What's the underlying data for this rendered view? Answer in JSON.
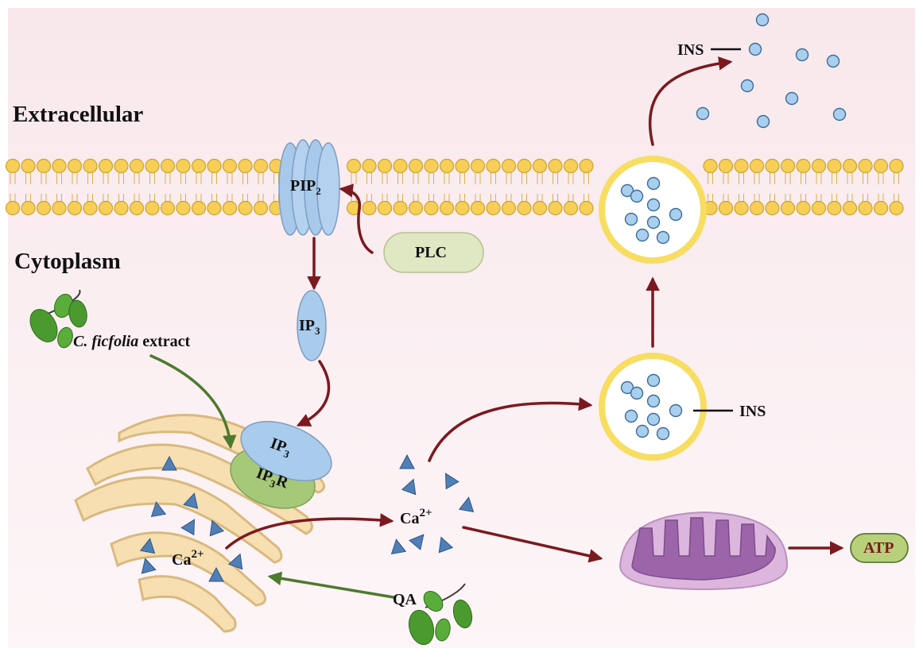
{
  "regions": {
    "extracellular": "Extracellular",
    "cytoplasm": "Cytoplasm"
  },
  "molecules": {
    "ins_top": "INS",
    "ins_mid": "INS",
    "pip2_base": "PIP",
    "pip2_sub": "2",
    "plc": "PLC",
    "ip3_free_base": "IP",
    "ip3_free_sub": "3",
    "ip3_bound_base": "IP",
    "ip3_bound_sub": "3",
    "ip3r_base": "IP",
    "ip3r_sub": "3",
    "ip3r_tail": "R",
    "ca_cytosol_base": "Ca",
    "ca_cytosol_sup": "2+",
    "ca_er_base": "Ca",
    "ca_er_sup": "2+",
    "atp": "ATP",
    "extract_species": "C. ficfolia",
    "extract_word": "extract",
    "qa": "QA"
  },
  "colors": {
    "background_top": "#f8e8ec",
    "background_bottom": "#fdf5f7",
    "lipid_head": "#f7cf57",
    "lipid_outline": "#c9a233",
    "vesicle_ring": "#f7dd62",
    "insulin_granule": "#a9cfee",
    "pathway_arrow": "#7a1a1f",
    "inhibit_arrow": "#4e7a2e",
    "er_fill": "#f7dfb2",
    "mito_outer": "#dcb6dd",
    "mito_inner": "#9c65aa",
    "ip3_fill": "#a9cbec",
    "ip3r_fill": "#a6c879",
    "plc_fill": "#dfe7c3",
    "atp_fill": "#b8d07a",
    "atp_text": "#7a1a1f",
    "calcium_triangle": "#4f7fb6",
    "leaf": "#4b9a2f"
  },
  "icons": {
    "channel": "pip2-channel-icon",
    "er": "endoplasmic-reticulum-icon",
    "mitochondrion": "mitochondrion-icon",
    "leaf": "leaf-sprig-icon",
    "calcium": "calcium-ion-triangle-icon",
    "insulin": "insulin-granule-icon"
  }
}
